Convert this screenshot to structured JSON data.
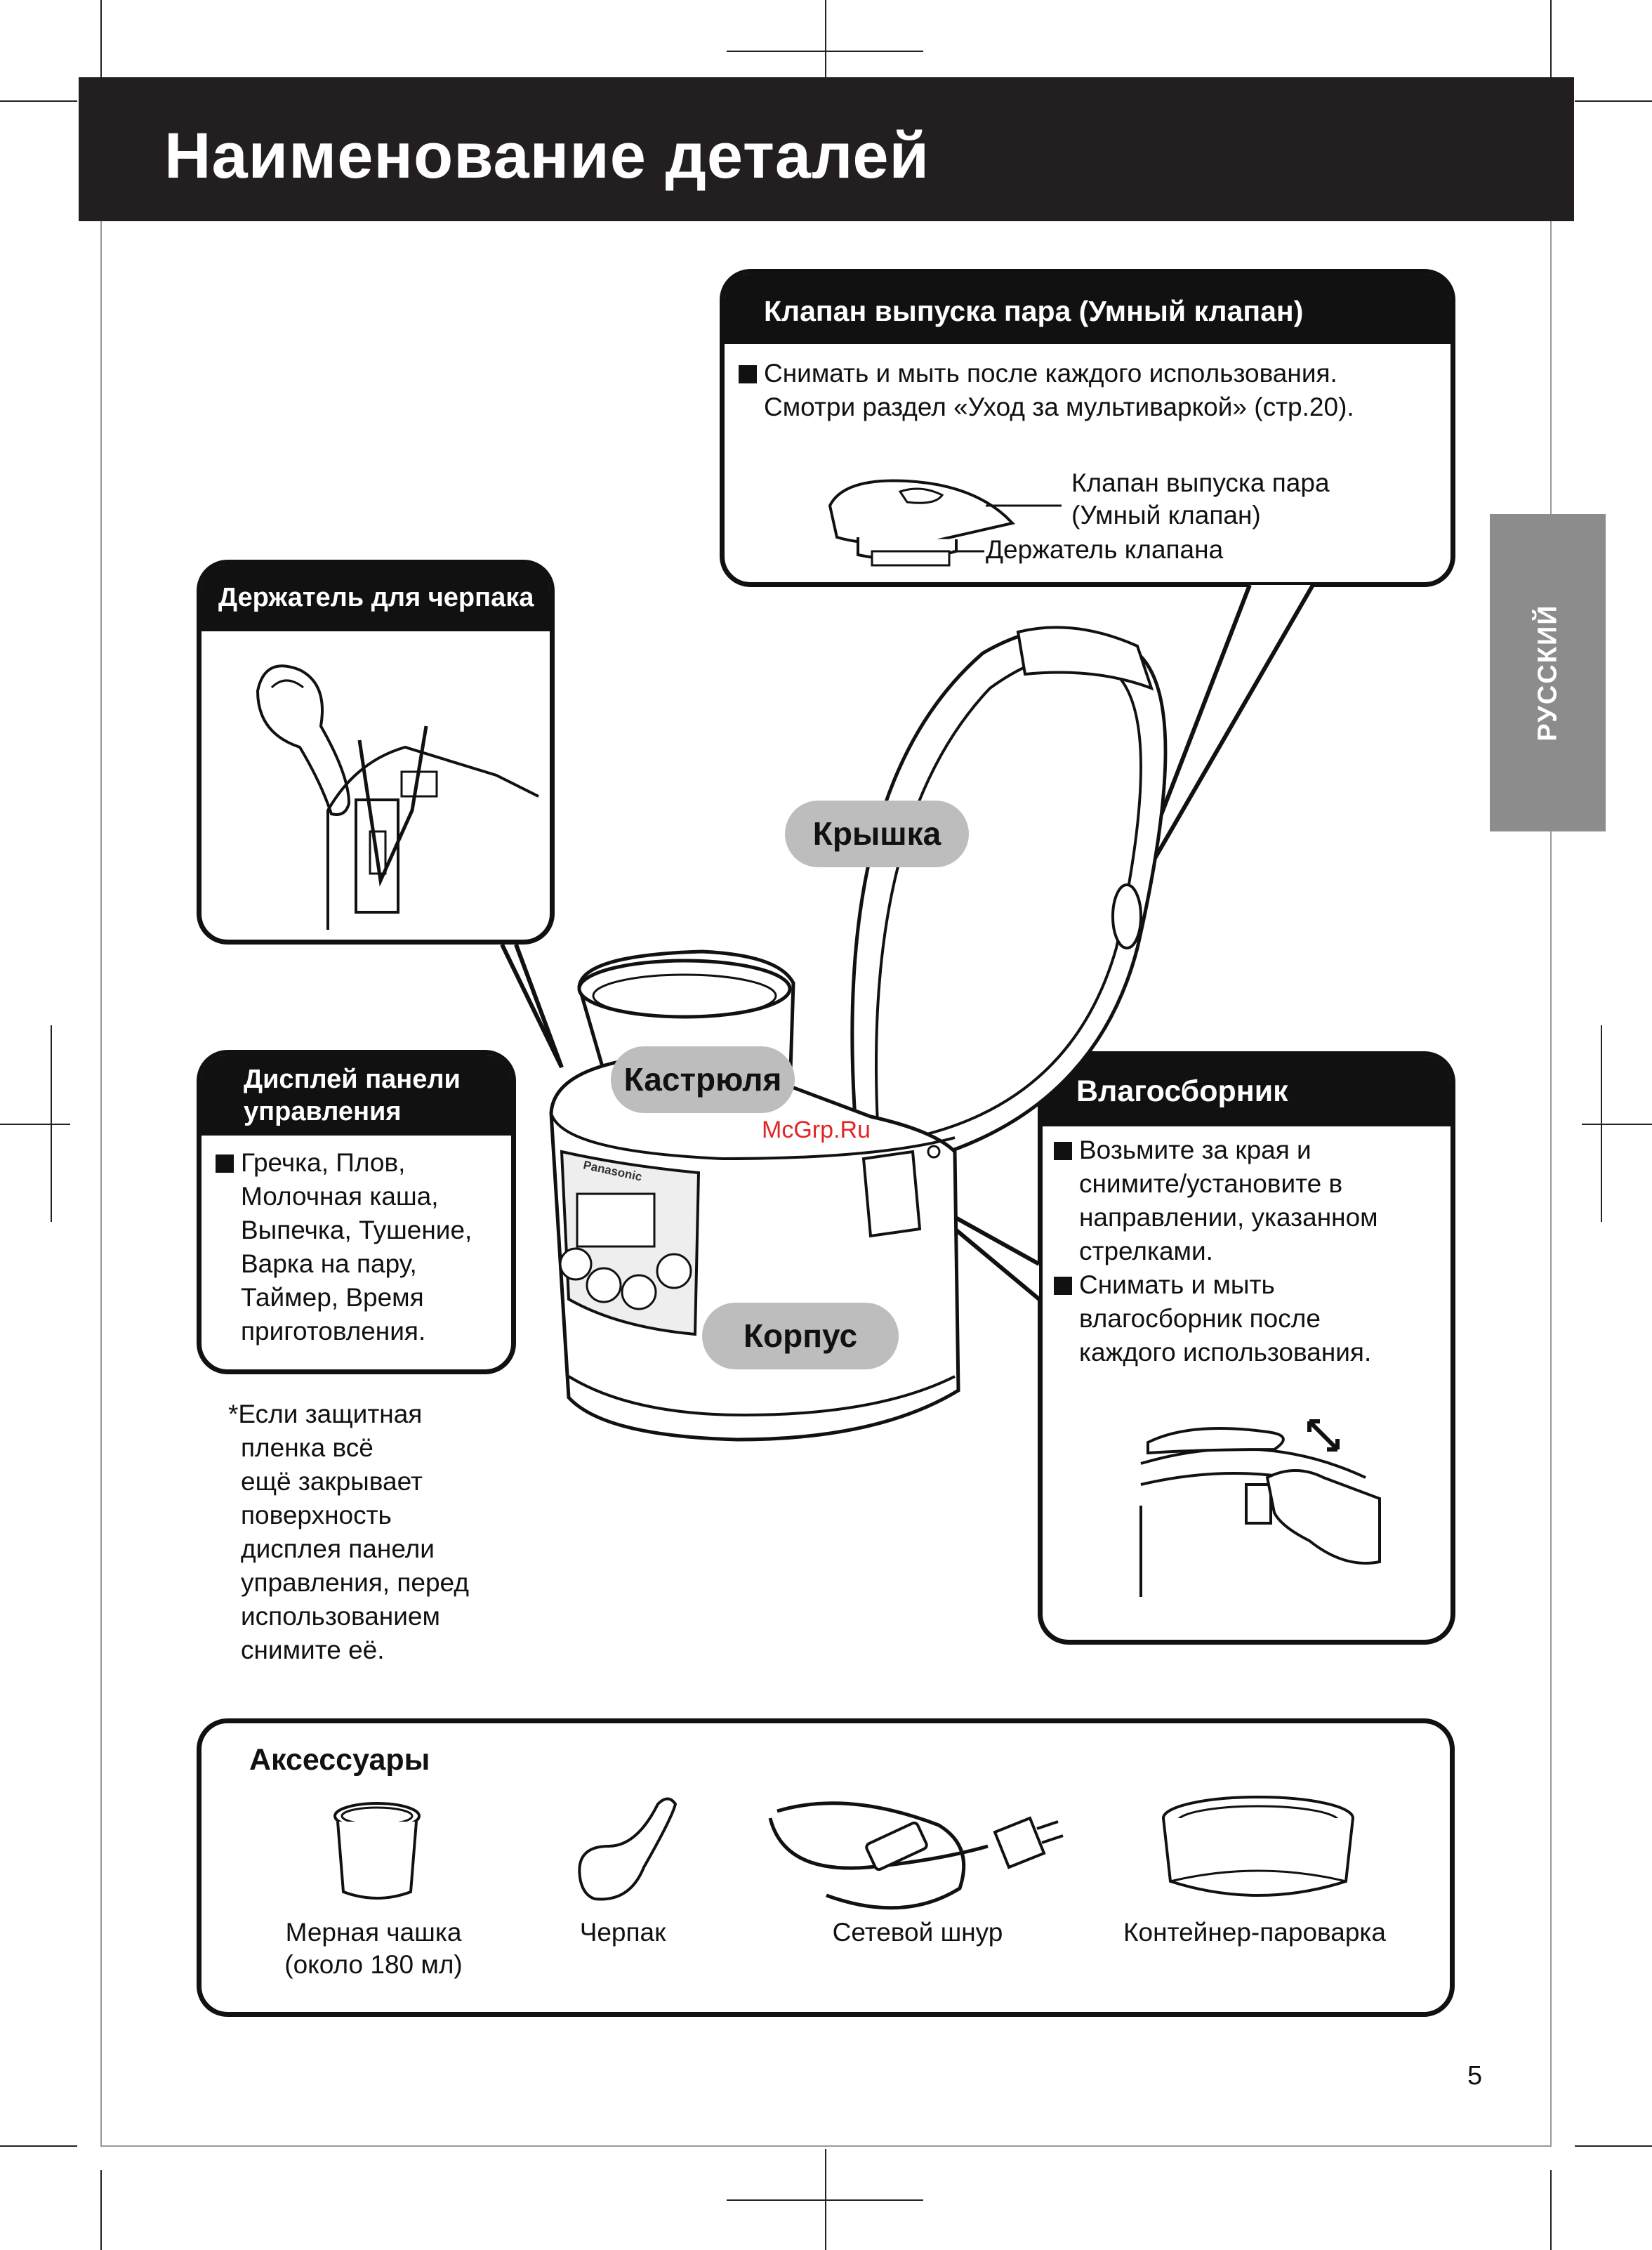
{
  "page": {
    "title": "Наименование деталей",
    "side_tab": "РУССКИЙ",
    "page_number": "5",
    "watermark": "McGrp.Ru"
  },
  "steam_valve_box": {
    "title": "Клапан выпуска пара (Умный клапан)",
    "lines": [
      "Снимать и мыть после каждого использования.",
      "Смотри раздел «Уход за мультиваркой» (стр.20)."
    ],
    "label_valve_line1": "Клапан выпуска пара",
    "label_valve_line2": "(Умный клапан)",
    "label_holder": "Держатель клапана"
  },
  "ladle_holder_box": {
    "title": "Держатель для черпака"
  },
  "display_box": {
    "title_line1": "Дисплей панели",
    "title_line2": "управления",
    "lines": [
      "Гречка, Плов,",
      "Молочная каша,",
      "Выпечка, Тушение,",
      "Варка на пару,",
      "Таймер, Время",
      "приготовления."
    ]
  },
  "note": {
    "lines": [
      "*Если защитная",
      "пленка всё",
      "ещё закрывает",
      "поверхность",
      "дисплея панели",
      "управления, перед",
      "использованием",
      "снимите её."
    ]
  },
  "condensation_box": {
    "title": "Влагосборник",
    "item1_lines": [
      "Возьмите за края и",
      "снимите/установите в",
      "направлении, указанном",
      "стрелками."
    ],
    "item2_lines": [
      "Снимать и мыть",
      "влагосборник после",
      "каждого использования."
    ]
  },
  "callouts": {
    "lid": "Крышка",
    "pot": "Кастрюля",
    "body": "Корпус"
  },
  "cooker_brand": "Panasonic",
  "accessories": {
    "title": "Аксессуары",
    "items": [
      {
        "line1": "Мерная чашка",
        "line2": "(около 180 мл)"
      },
      {
        "line1": "Черпак",
        "line2": ""
      },
      {
        "line1": "Сетевой шнур",
        "line2": ""
      },
      {
        "line1": "Контейнер-пароварка",
        "line2": ""
      }
    ]
  }
}
